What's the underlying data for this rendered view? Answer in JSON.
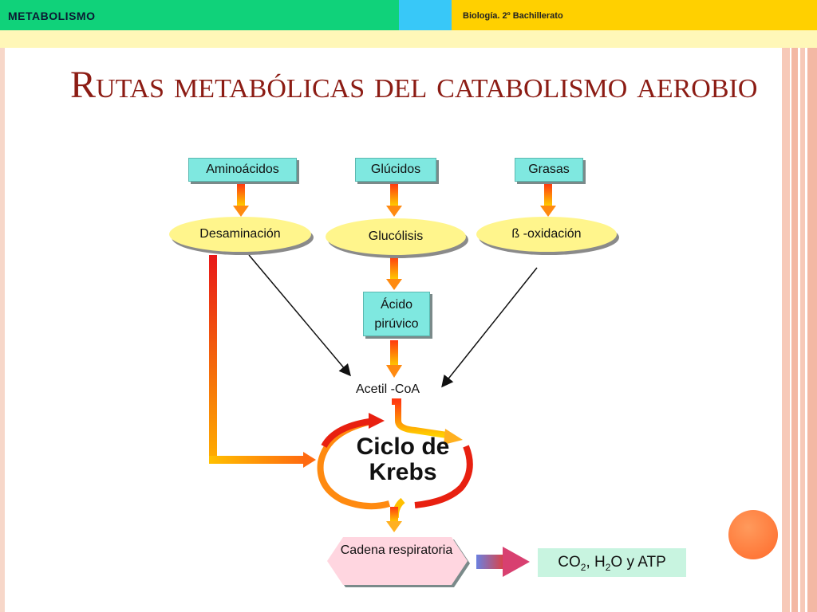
{
  "header": {
    "left_label": "METABOLISMO",
    "right_label": "Biología. 2º Bachillerato"
  },
  "slide": {
    "title": "Rutas metabólicas del catabolismo aerobio"
  },
  "diagram": {
    "sources": [
      "Aminoácidos",
      "Glúcidos",
      "Grasas"
    ],
    "processes": [
      "Desaminación",
      "Glucólisis",
      "ß -oxidación"
    ],
    "acido": "Ácido pirúvico",
    "acetil": "Acetil -CoA",
    "krebs": "Ciclo de Krebs",
    "cadena": "Cadena respiratoria",
    "products": {
      "co": "CO",
      "sub1": "2",
      "mid": ", H",
      "sub2": "2",
      "end": "O y ATP"
    }
  },
  "colors": {
    "green": "#10d27a",
    "cyan": "#38c8f8",
    "yellow": "#ffd000",
    "title": "#8c1c14",
    "box": "#7fe8e0",
    "ellipse": "#fff58c"
  }
}
